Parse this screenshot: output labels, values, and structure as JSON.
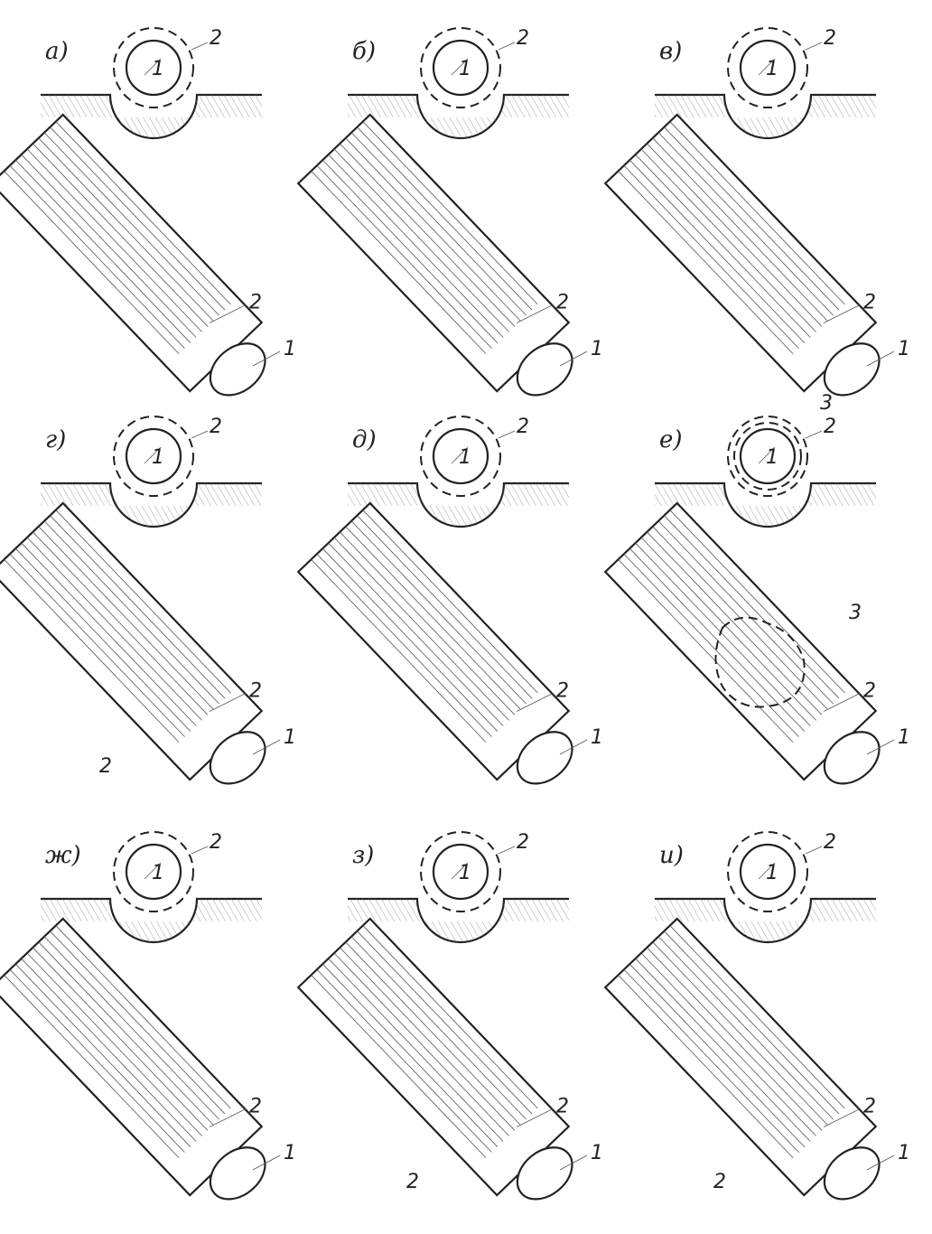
{
  "panels": [
    {
      "id": "a",
      "letter": "а)",
      "callouts": {
        "pipe": "1",
        "wrap": "2"
      }
    },
    {
      "id": "b",
      "letter": "б)",
      "callouts": {
        "pipe": "1",
        "wrap": "2"
      }
    },
    {
      "id": "v",
      "letter": "в)",
      "callouts": {
        "pipe": "1",
        "wrap": "2"
      }
    },
    {
      "id": "g",
      "letter": "г)",
      "callouts": {
        "pipe": "1",
        "wrap": "2",
        "wrap2": "2"
      }
    },
    {
      "id": "d",
      "letter": "д)",
      "callouts": {
        "pipe": "1",
        "wrap": "2"
      }
    },
    {
      "id": "e",
      "letter": "е)",
      "callouts": {
        "pipe": "1",
        "wrap": "2",
        "patch": "3"
      }
    },
    {
      "id": "zh",
      "letter": "ж)",
      "callouts": {
        "pipe": "1",
        "wrap": "2"
      }
    },
    {
      "id": "z",
      "letter": "з)",
      "callouts": {
        "pipe": "1",
        "wrap": "2",
        "wrap2": "2"
      }
    },
    {
      "id": "i",
      "letter": "и)",
      "callouts": {
        "pipe": "1",
        "wrap": "2",
        "wrap2": "2"
      }
    }
  ],
  "section_labels": {
    "a": {
      "inner": "1",
      "outer": "2"
    },
    "b": {
      "inner": "1",
      "outer": "2"
    },
    "v": {
      "inner": "1",
      "outer": "2"
    },
    "g": {
      "inner": "1",
      "outer": "2"
    },
    "d": {
      "inner": "1",
      "outer": "2"
    },
    "e": {
      "inner": "1",
      "outer": "2",
      "mid": "3"
    },
    "zh": {
      "inner": "1",
      "outer": "2"
    },
    "z": {
      "inner": "1",
      "outer": "2"
    },
    "i": {
      "inner": "1",
      "outer": "2"
    }
  }
}
